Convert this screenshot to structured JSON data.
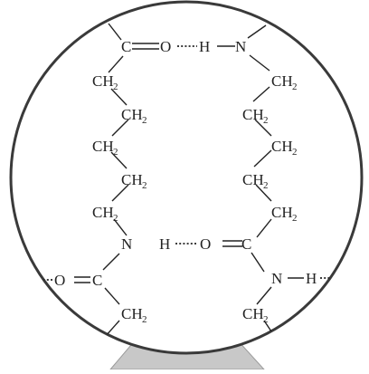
{
  "colors": {
    "ink": "#222222",
    "circle_stroke": "#3a3a3a",
    "funnel_fill": "#c8c8c8",
    "background": "#ffffff"
  },
  "atoms": {
    "c": "C",
    "o": "O",
    "n": "N",
    "h": "H",
    "ch": "CH",
    "sub2": "2"
  }
}
